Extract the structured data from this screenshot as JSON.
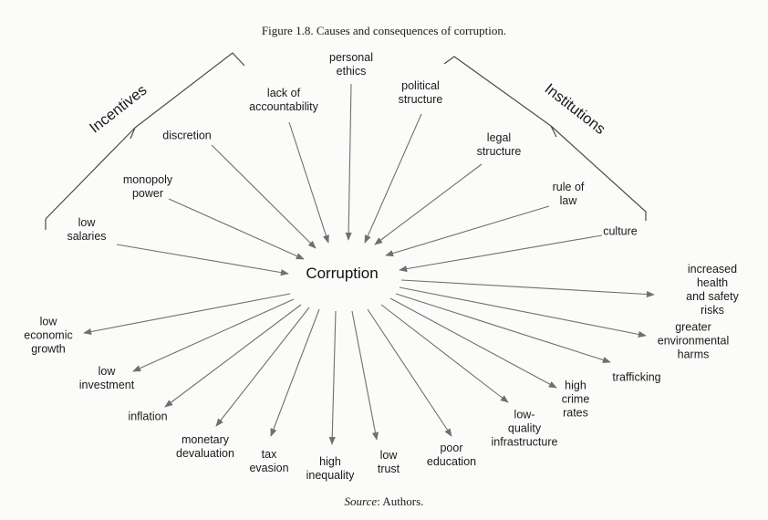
{
  "figure": {
    "title": "Figure 1.8.  Causes and consequences of corruption.",
    "source_label": "Source",
    "source_text": ": Authors."
  },
  "center_label": "Corruption",
  "groups": {
    "incentives": "Incentives",
    "institutions": "Institutions"
  },
  "causes": [
    "low\nsalaries",
    "monopoly\npower",
    "discretion",
    "lack of\naccountability",
    "personal\nethics",
    "political\nstructure",
    "legal\nstructure",
    "rule of\nlaw",
    "culture"
  ],
  "consequences": [
    "low\neconomic\ngrowth",
    "low\ninvestment",
    "inflation",
    "monetary\ndevaluation",
    "tax\nevasion",
    "high\ninequality",
    "low\ntrust",
    "poor\neducation",
    "low-\nquality\ninfrastructure",
    "high\ncrime\nrates",
    "trafficking",
    "greater\nenvironmental\nharms",
    "increased health\nand safety risks"
  ]
}
